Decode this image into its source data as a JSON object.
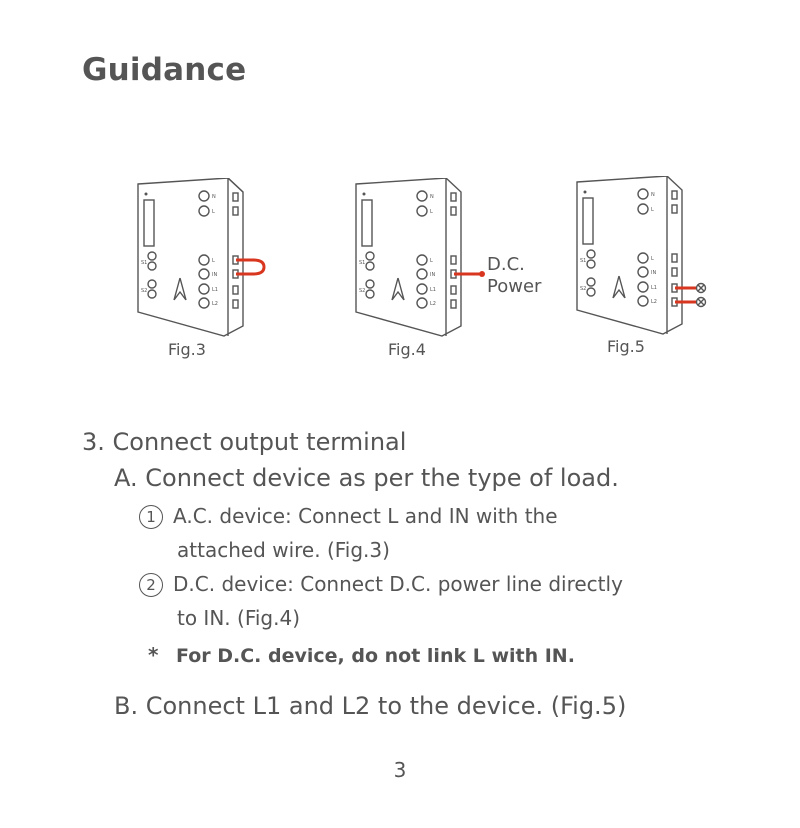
{
  "title": "Guidance",
  "figures": [
    {
      "caption": "Fig.3",
      "terminals": [
        "N",
        "L",
        "L",
        "IN",
        "L1",
        "L2"
      ],
      "switches": [
        "S1",
        "S2"
      ]
    },
    {
      "caption": "Fig.4",
      "terminals": [
        "N",
        "L",
        "L",
        "IN",
        "L1",
        "L2"
      ],
      "switches": [
        "S1",
        "S2"
      ],
      "label_line1": "D.C.",
      "label_line2": "Power"
    },
    {
      "caption": "Fig.5",
      "terminals": [
        "N",
        "L",
        "L",
        "IN",
        "L1",
        "L2"
      ],
      "switches": [
        "S1",
        "S2"
      ]
    }
  ],
  "colors": {
    "wire": "#d9361f",
    "outline": "#555555"
  },
  "instructions": {
    "step": "3. Connect output terminal",
    "a": "A. Connect device as per the type of load.",
    "item1_num": "1",
    "item1_line1": "A.C. device: Connect L and IN with the",
    "item1_line2": "attached wire. (Fig.3)",
    "item2_num": "2",
    "item2_line1": "D.C. device: Connect D.C. power line directly",
    "item2_line2": "to IN. (Fig.4)",
    "note_star": "*",
    "note": "For D.C. device, do not link L with IN.",
    "b": "B. Connect L1 and L2 to the device. (Fig.5)"
  },
  "page_number": "3"
}
